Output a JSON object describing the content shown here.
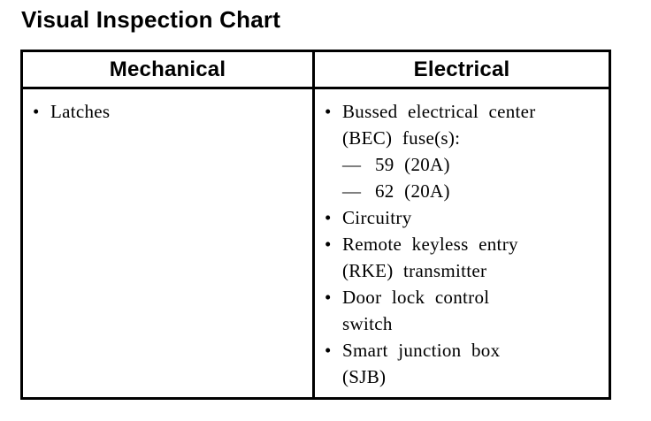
{
  "page": {
    "background_color": "#ffffff",
    "text_color": "#000000",
    "border_color": "#000000"
  },
  "title": "Visual Inspection Chart",
  "table": {
    "headers": {
      "mechanical": "Mechanical",
      "electrical": "Electrical"
    },
    "mechanical": {
      "items": [
        {
          "marker": "•",
          "lines": [
            "Latches"
          ]
        }
      ]
    },
    "electrical": {
      "items": [
        {
          "marker": "•",
          "lines": [
            "Bussed electrical center",
            "(BEC) fuse(s):"
          ]
        },
        {
          "marker": "—",
          "lines": [
            "59 (20A)"
          ]
        },
        {
          "marker": "—",
          "lines": [
            "62 (20A)"
          ]
        },
        {
          "marker": "•",
          "lines": [
            "Circuitry"
          ]
        },
        {
          "marker": "•",
          "lines": [
            "Remote keyless entry",
            "(RKE) transmitter"
          ]
        },
        {
          "marker": "•",
          "lines": [
            "Door lock control",
            "switch"
          ]
        },
        {
          "marker": "•",
          "lines": [
            "Smart junction box",
            "(SJB)"
          ]
        }
      ]
    }
  }
}
